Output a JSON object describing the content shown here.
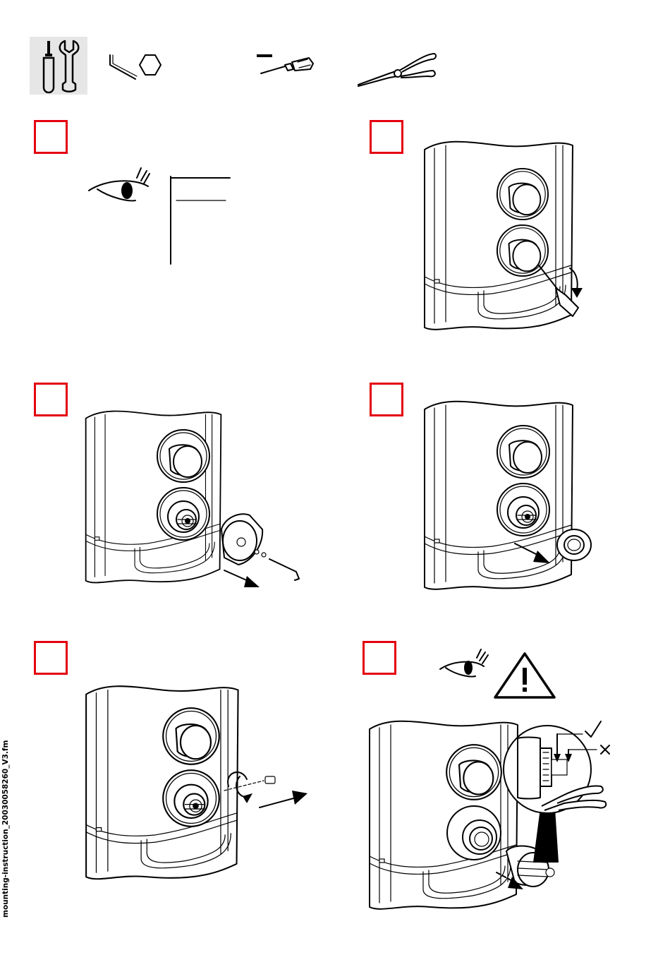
{
  "document": {
    "footer_filename": "mounting-instruction_20030058260_V3.fm"
  },
  "tools": [
    {
      "name": "tools-icon"
    },
    {
      "name": "hex-key-icon"
    },
    {
      "name": "flat-screwdriver-icon"
    },
    {
      "name": "pliers-icon"
    }
  ],
  "steps": [
    {
      "id": "step-1",
      "icons": [
        "eye-icon",
        "check-callout"
      ]
    },
    {
      "id": "step-2",
      "icons": [
        "screwdriver-icon",
        "arrow-down-icon"
      ]
    },
    {
      "id": "step-3",
      "icons": [
        "hex-key-icon",
        "arrow-out-icon"
      ]
    },
    {
      "id": "step-4",
      "icons": [
        "arrow-out-icon"
      ]
    },
    {
      "id": "step-5",
      "icons": [
        "rotate-arrow-icon",
        "arrow-right-icon"
      ]
    },
    {
      "id": "step-6",
      "icons": [
        "eye-icon",
        "warning-icon",
        "pliers-icon"
      ]
    }
  ],
  "colors": {
    "step_box": "#e3000f",
    "tool_panel_bg": "#e6e6e6",
    "line": "#000000"
  }
}
